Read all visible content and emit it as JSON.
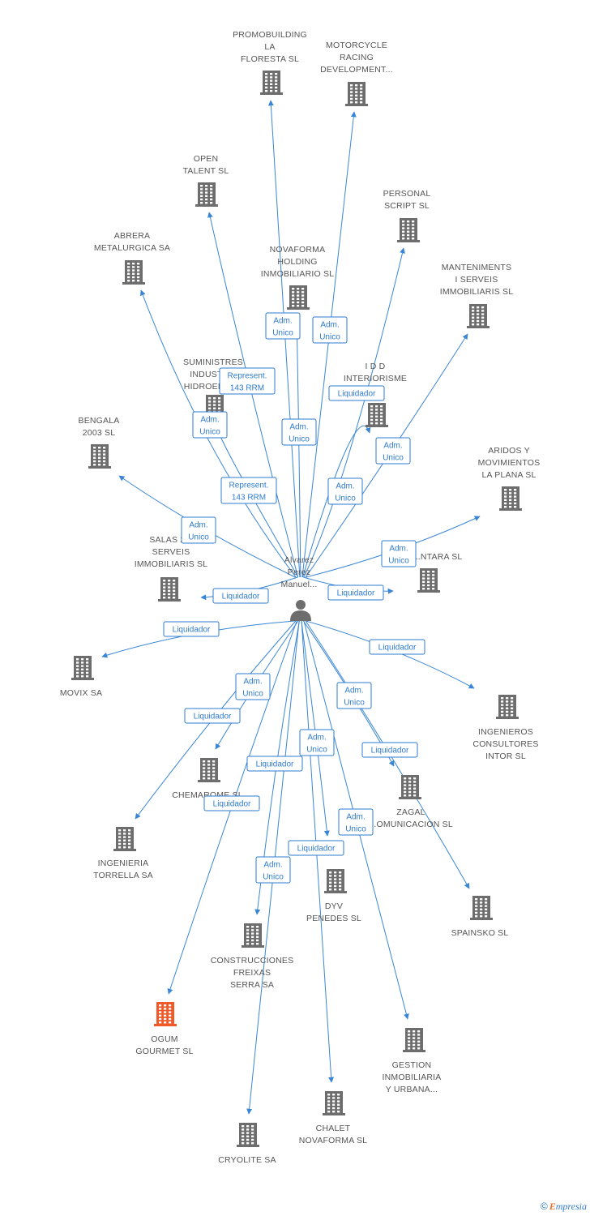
{
  "colors": {
    "edge": "#3a86d6",
    "building": "#6d6d6d",
    "highlight": "#f05a28",
    "person": "#6d6d6d"
  },
  "center": {
    "name": "center-person",
    "label": [
      "Alvarez",
      "Perez",
      "Manuel..."
    ]
  },
  "nodes": [
    {
      "name": "node-promobuilding",
      "label": [
        "PROMOBUILDING",
        "LA",
        "FLORESTA SL"
      ]
    },
    {
      "name": "node-motorcycle",
      "label": [
        "MOTORCYCLE",
        "RACING",
        "DEVELOPMENT..."
      ]
    },
    {
      "name": "node-open-talent",
      "label": [
        "OPEN",
        "TALENT SL"
      ]
    },
    {
      "name": "node-personal-script",
      "label": [
        "PERSONAL",
        "SCRIPT SL"
      ]
    },
    {
      "name": "node-abrera",
      "label": [
        "ABRERA",
        "METALURGICA SA"
      ]
    },
    {
      "name": "node-novaforma-holding",
      "label": [
        "NOVAFORMA",
        "HOLDING",
        "INMOBILIARIO SL"
      ]
    },
    {
      "name": "node-manteniments",
      "label": [
        "MANTENIMENTS",
        "I SERVEIS",
        "IMMOBILIARIS SL"
      ]
    },
    {
      "name": "node-suministres",
      "label": [
        "SUMINISTRES",
        "INDUSTR...",
        "HIDROELEC..."
      ]
    },
    {
      "name": "node-idd",
      "label": [
        "I D D",
        "INTERIORISME",
        "I..."
      ]
    },
    {
      "name": "node-bengala",
      "label": [
        "BENGALA",
        "2003 SL"
      ]
    },
    {
      "name": "node-aridos",
      "label": [
        "ARIDOS Y",
        "MOVIMIENTOS",
        "LA PLANA SL"
      ]
    },
    {
      "name": "node-salas",
      "label": [
        "SALAS 2...",
        "SERVEIS",
        "IMMOBILIARIS SL"
      ]
    },
    {
      "name": "node-ntara",
      "label": [
        "...NTARA SL"
      ]
    },
    {
      "name": "node-movix",
      "label": [
        "MOVIX SA"
      ]
    },
    {
      "name": "node-ingenieros",
      "label": [
        "INGENIEROS",
        "CONSULTORES",
        "INTOR SL"
      ]
    },
    {
      "name": "node-chemarome",
      "label": [
        "CHEMAROME SL"
      ]
    },
    {
      "name": "node-zagal",
      "label": [
        "ZAGAL",
        "...OMUNICACION SL"
      ]
    },
    {
      "name": "node-ingenieria",
      "label": [
        "INGENIERIA",
        "TORRELLA SA"
      ]
    },
    {
      "name": "node-dyv",
      "label": [
        "DYV",
        "PENEDES SL"
      ]
    },
    {
      "name": "node-spainsko",
      "label": [
        "SPAINSKO SL"
      ]
    },
    {
      "name": "node-construcciones",
      "label": [
        "CONSTRUCCIONES",
        "FREIXAS",
        "SERRA SA"
      ]
    },
    {
      "name": "node-ogum",
      "label": [
        "OGUM",
        "GOURMET SL"
      ],
      "highlight": true
    },
    {
      "name": "node-gestion",
      "label": [
        "GESTION",
        "INMOBILIARIA",
        "Y URBANA..."
      ]
    },
    {
      "name": "node-chalet",
      "label": [
        "CHALET",
        "NOVAFORMA SL"
      ]
    },
    {
      "name": "node-cryolite",
      "label": [
        "CRYOLITE SA"
      ]
    }
  ],
  "edges": [
    {
      "to": "node-promobuilding",
      "label": [
        "Adm.",
        "Unico"
      ]
    },
    {
      "to": "node-motorcycle",
      "label": [
        "Adm.",
        "Unico"
      ]
    },
    {
      "to": "node-open-talent",
      "label": [
        "Represent.",
        "143 RRM"
      ]
    },
    {
      "to": "node-personal-script",
      "label": [
        "Adm.",
        "Unico"
      ]
    },
    {
      "to": "node-abrera",
      "label": [
        "Represent.",
        "143 RRM"
      ]
    },
    {
      "to": "node-novaforma-holding",
      "label": [
        "Adm.",
        "Unico"
      ]
    },
    {
      "to": "node-manteniments",
      "label": [
        "Adm.",
        "Unico"
      ]
    },
    {
      "to": "node-suministres",
      "label": [
        "Adm.",
        "Unico"
      ]
    },
    {
      "to": "node-idd",
      "label": [
        "Liquidador"
      ]
    },
    {
      "to": "node-bengala",
      "label": [
        "Adm.",
        "Unico"
      ]
    },
    {
      "to": "node-aridos",
      "label": [
        "Adm.",
        "Unico"
      ]
    },
    {
      "to": "node-salas",
      "label": [
        "Liquidador"
      ]
    },
    {
      "to": "node-ntara",
      "label": [
        "Liquidador"
      ]
    },
    {
      "to": "node-movix",
      "label": [
        "Liquidador"
      ]
    },
    {
      "to": "node-ingenieros",
      "label": [
        "Liquidador"
      ]
    },
    {
      "to": "node-chemarome",
      "label": [
        "Adm.",
        "Unico"
      ]
    },
    {
      "to": "node-zagal",
      "label": [
        "Adm.",
        "Unico"
      ]
    },
    {
      "to": "node-ingenieria",
      "label": [
        "Liquidador"
      ]
    },
    {
      "to": "node-dyv",
      "label": [
        "Adm.",
        "Unico"
      ]
    },
    {
      "to": "node-spainsko",
      "label": [
        "Liquidador"
      ]
    },
    {
      "to": "node-construcciones",
      "label": [
        "Liquidador"
      ]
    },
    {
      "to": "node-ogum",
      "label": [
        "Liquidador"
      ]
    },
    {
      "to": "node-gestion",
      "label": [
        "Adm.",
        "Unico"
      ]
    },
    {
      "to": "node-chalet",
      "label": [
        "Liquidador"
      ]
    },
    {
      "to": "node-cryolite",
      "label": [
        "Adm.",
        "Unico"
      ]
    }
  ],
  "footer": {
    "copyright": "©",
    "brand_initial": "E",
    "brand_rest": "mpresia"
  }
}
